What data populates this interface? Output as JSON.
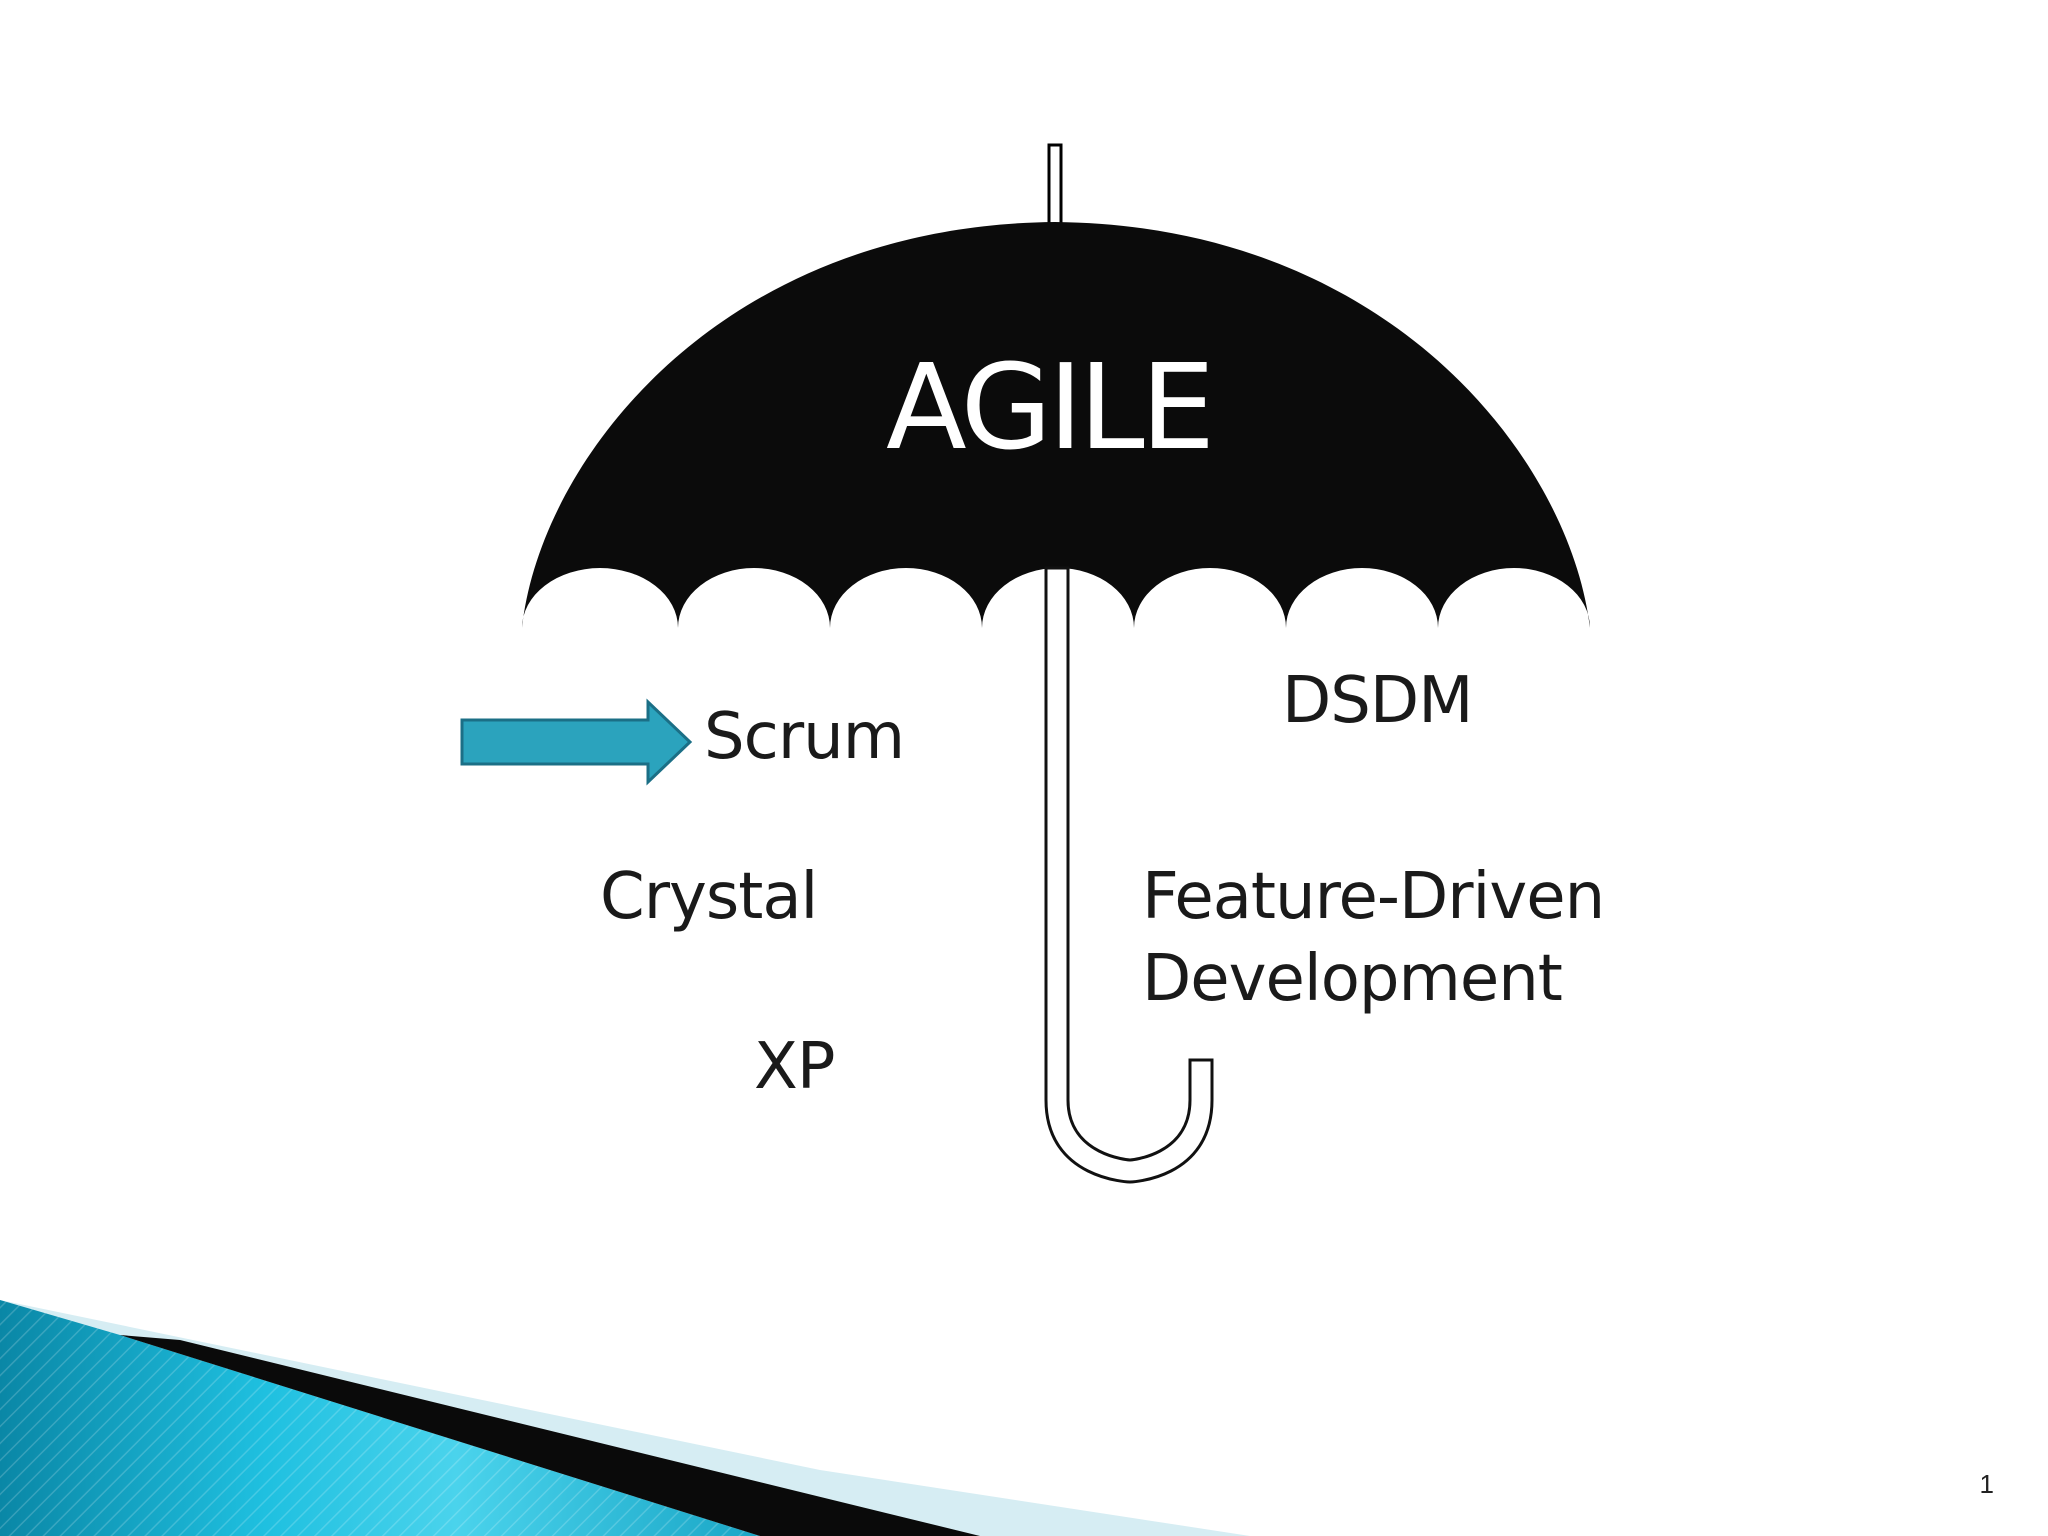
{
  "diagram": {
    "title": "AGILE",
    "methods": {
      "scrum": "Scrum",
      "dsdm": "DSDM",
      "crystal": "Crystal",
      "fdd_line1": "Feature-Driven",
      "fdd_line2": "Development",
      "xp": "XP"
    },
    "highlighted_method": "Scrum"
  },
  "slide": {
    "page_number": "1"
  },
  "colors": {
    "canopy": "#0b0b0b",
    "arrow_fill": "#2ba3bd",
    "arrow_stroke": "#1b6f86",
    "accent_cyan": "#1fb8d6",
    "accent_dark": "#0a0a0a"
  },
  "icons": {
    "umbrella": "umbrella-icon",
    "pointer": "arrow-right-icon"
  }
}
